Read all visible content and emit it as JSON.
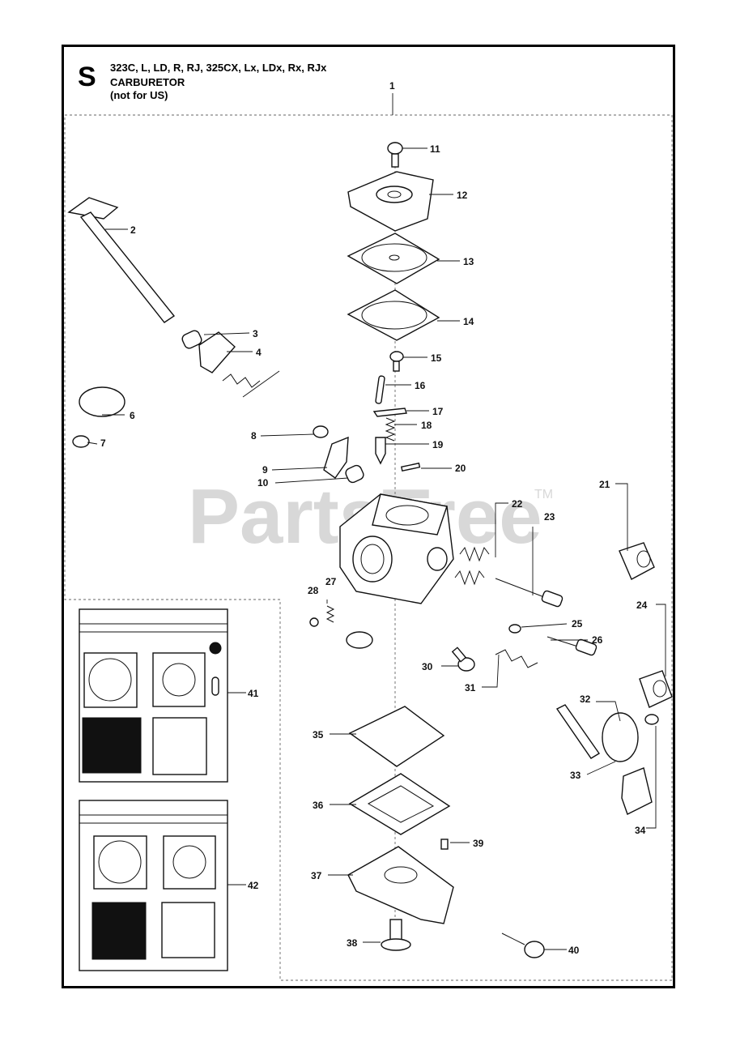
{
  "header": {
    "section_letter": "S",
    "models": "323C, L, LD, R, RJ, 325CX, Lx, LDx, Rx, RJx",
    "title": "CARBURETOR",
    "subtitle": "(not for US)"
  },
  "watermark": {
    "text": "PartsTree",
    "trademark": "TM"
  },
  "callouts": [
    "1",
    "2",
    "3",
    "4",
    "6",
    "7",
    "8",
    "9",
    "10",
    "11",
    "12",
    "13",
    "14",
    "15",
    "16",
    "17",
    "18",
    "19",
    "20",
    "21",
    "22",
    "23",
    "24",
    "25",
    "26",
    "27",
    "28",
    "30",
    "31",
    "32",
    "33",
    "34",
    "35",
    "36",
    "37",
    "38",
    "39",
    "40",
    "41",
    "42"
  ]
}
